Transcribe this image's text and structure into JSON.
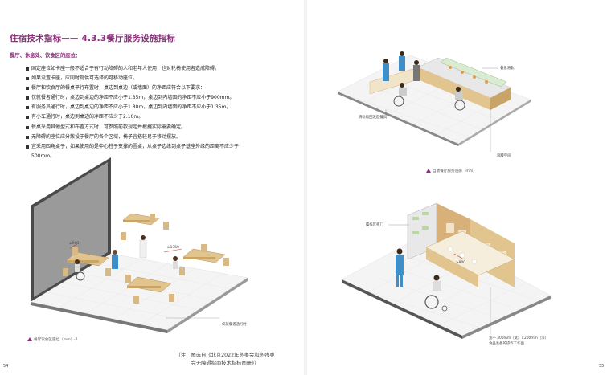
{
  "header": {
    "title": "住宿技术指标——  4.3.3餐厅服务设施指标",
    "subhead": "餐厅、休息处、饮食区的座位："
  },
  "bullets": [
    "固定座位如卡座一般不适合于有行动障碍的人和老年人使用，也对轮椅使用者造成障碍。",
    "如果设置卡座，应同时提供可选择的可移动座位。",
    "餐厅和饮食厅的餐桌平行布置时，桌边到桌边（或墙面）的净距应符合以下要求：",
    "仅就餐者通行时，桌边到桌边的净距不应小于1.35m，桌边到内墙面的净距不应小于900mm。",
    "有服务员通行时，桌边到桌边的净距不应小于1.80m，桌边到内墙面的净距不应小于1.35m。",
    "有小车通行时，桌边到桌边的净距不应少于2.10m。",
    "餐桌采用其他型式和布置方式时，可参照前款规定并根据实际需要确定。",
    "无障碍的座位应分散设于餐厅的各个区域，椅子宜搭轻易于移动摆放。",
    "宜采用四角桌子，如果使用的是中心柱子支撑的圆桌，从桌子边缘到桌子基座外缘的距离不应少于"
  ],
  "bullet_continuation": "500mm。",
  "figures": {
    "dining_caption": "餐厅饮食区座位（mm）-1",
    "buffet_caption": "自助餐厅服务设施（mm）",
    "dining_label_aisle": "仅就餐者通行时",
    "dining_dim_1": "≥900",
    "dining_dim_2": "≥1350",
    "buffet_label_rail": "餐盘滑轨",
    "buffet_label_return": "滑轨返回发放餐具",
    "buffet_label_space": "容膝空间",
    "counter_label_shelf": "操作区柜门",
    "counter_label_size": "宽不 300mm（宽）×200mm（深）",
    "counter_label_size2": "食品准备的操作工作面",
    "counter_dim": "≥800"
  },
  "footer": {
    "note_line1": "（注：图选自《北京2022年冬奥会和冬残奥",
    "note_line2": "会无障碍指南技术指标图册》）",
    "page_left": "54",
    "page_right": "55"
  },
  "colors": {
    "accent": "#8b2f7c",
    "floor": "#f4f4f4",
    "wall": "#4a4a4a",
    "wood": "#e2c48e",
    "person_blue": "#3d8ec9"
  }
}
